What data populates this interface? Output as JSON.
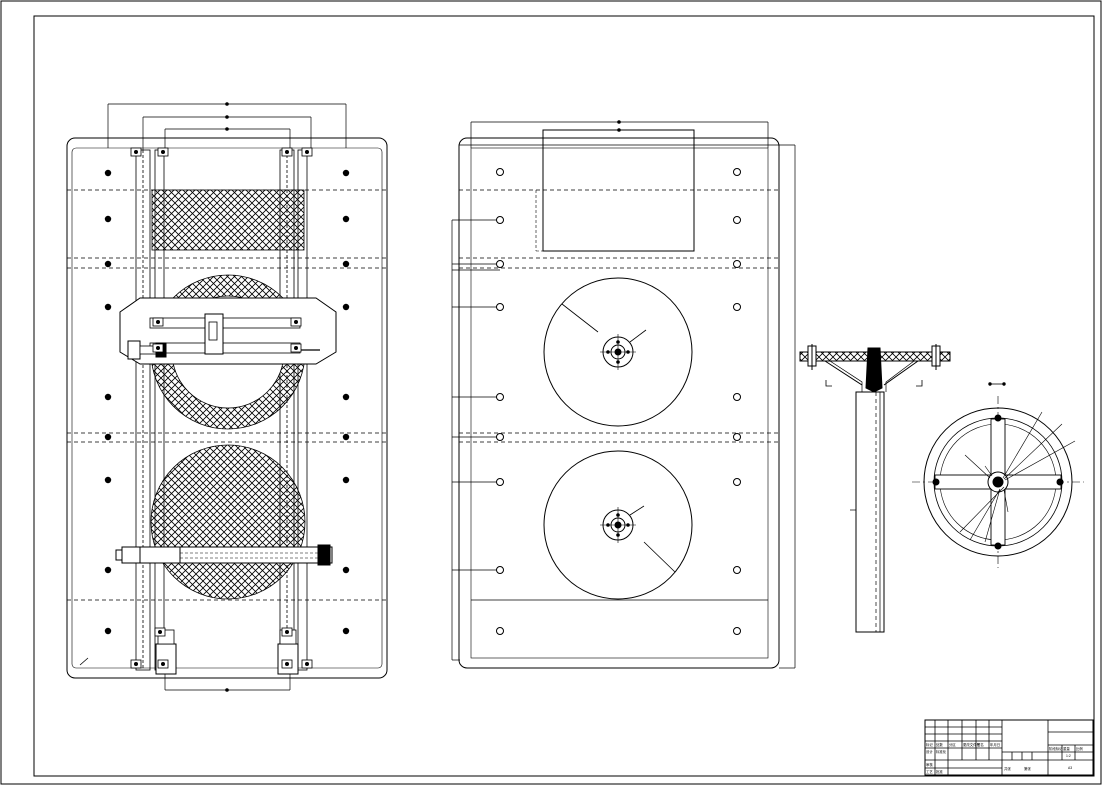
{
  "drawing": {
    "views": [
      "front-view",
      "top-view",
      "bracket-section-view",
      "disc-plan-view"
    ]
  },
  "title_block": {
    "company": "",
    "project": "",
    "drawing_title": "",
    "sheet_label": "A3",
    "scale_label": "1:2",
    "cells": [
      "标记",
      "处数",
      "分区",
      "更改文件号",
      "签名",
      "年月日",
      "设计",
      "标准化",
      "审核",
      "工艺",
      "批准",
      "阶段标记",
      "重量",
      "比例",
      "共张",
      "第张"
    ]
  },
  "colors": {
    "line": "#000000",
    "background": "#ffffff"
  }
}
